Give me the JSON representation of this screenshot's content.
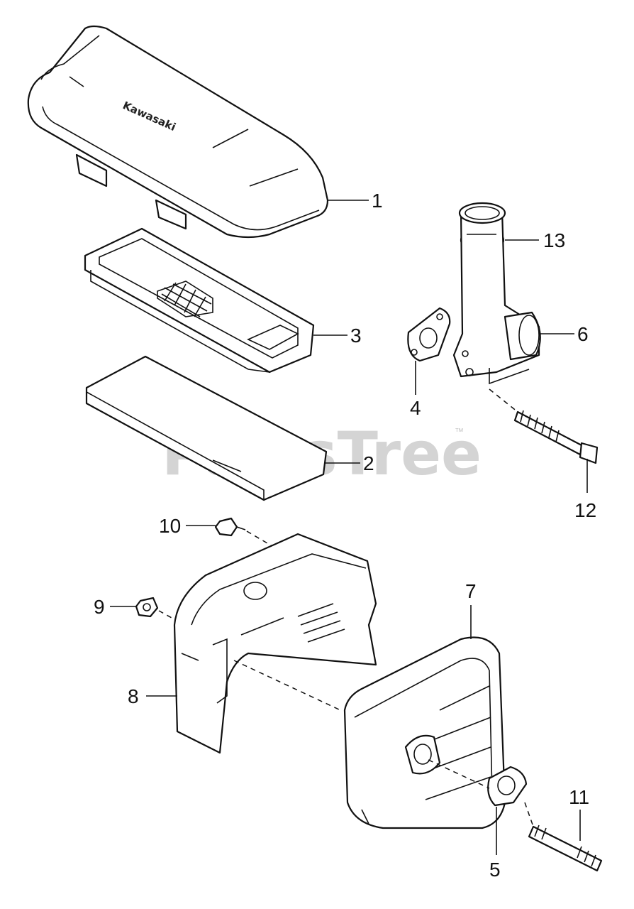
{
  "watermark": {
    "text": "PartsTree",
    "trademark": "™"
  },
  "brand_label": "Kawasaki",
  "callouts": {
    "p1": "1",
    "p2": "2",
    "p3": "3",
    "p4": "4",
    "p5": "5",
    "p6": "6",
    "p7": "7",
    "p8": "8",
    "p9": "9",
    "p10": "10",
    "p11": "11",
    "p12": "12",
    "p13": "13"
  },
  "colors": {
    "line": "#111111",
    "watermark": "#d4d4d4",
    "background": "#ffffff"
  }
}
